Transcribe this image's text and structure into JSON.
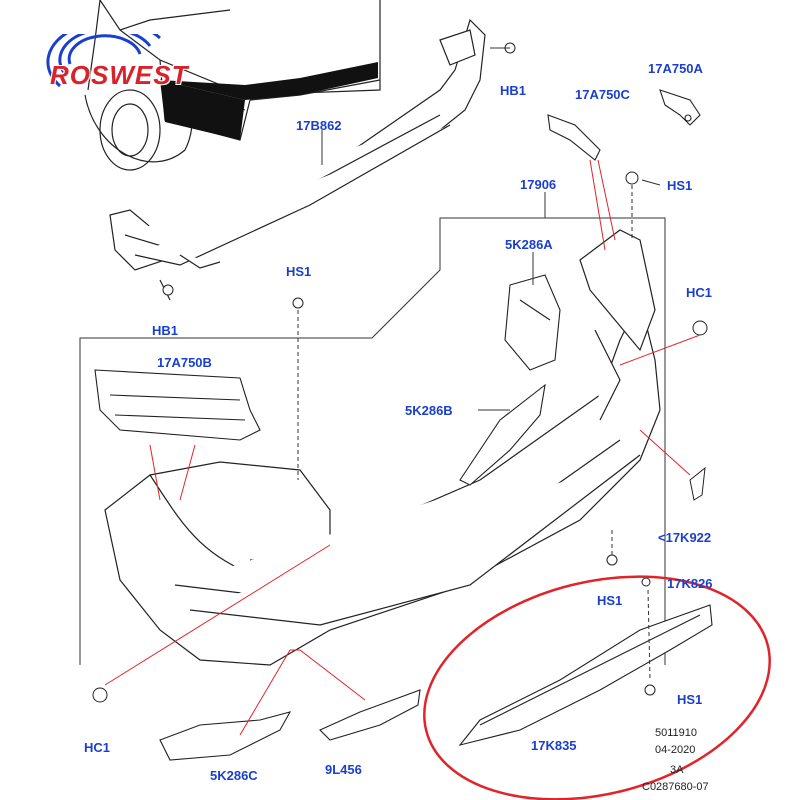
{
  "logo": {
    "text": "ROSWEST",
    "color": "#d8232a",
    "ring_color": "#1a3fcf"
  },
  "label_color": "#1a3fcf",
  "highlight_color": "#e0252a",
  "labels": {
    "hb1_top": "HB1",
    "a17750a": "17A750A",
    "a17750c": "17A750C",
    "b17862": "17B862",
    "p17906": "17906",
    "hs1_top_right": "HS1",
    "k5286a": "5K286A",
    "hs1_left": "HS1",
    "hc1_right": "HC1",
    "hb1_bottom": "HB1",
    "a17750b": "17A750B",
    "k5286b": "5K286B",
    "k17922": "<17K922",
    "k17826": "17K826",
    "hs1_mid": "HS1",
    "hs1_bottom": "HS1",
    "hc1_left": "HC1",
    "k17835": "17K835",
    "k5286c": "5K286C",
    "l9456": "9L456"
  },
  "meta": {
    "code1": "5011910",
    "date": "04-2020",
    "rev": "3A",
    "ref": "C0287680-07"
  }
}
